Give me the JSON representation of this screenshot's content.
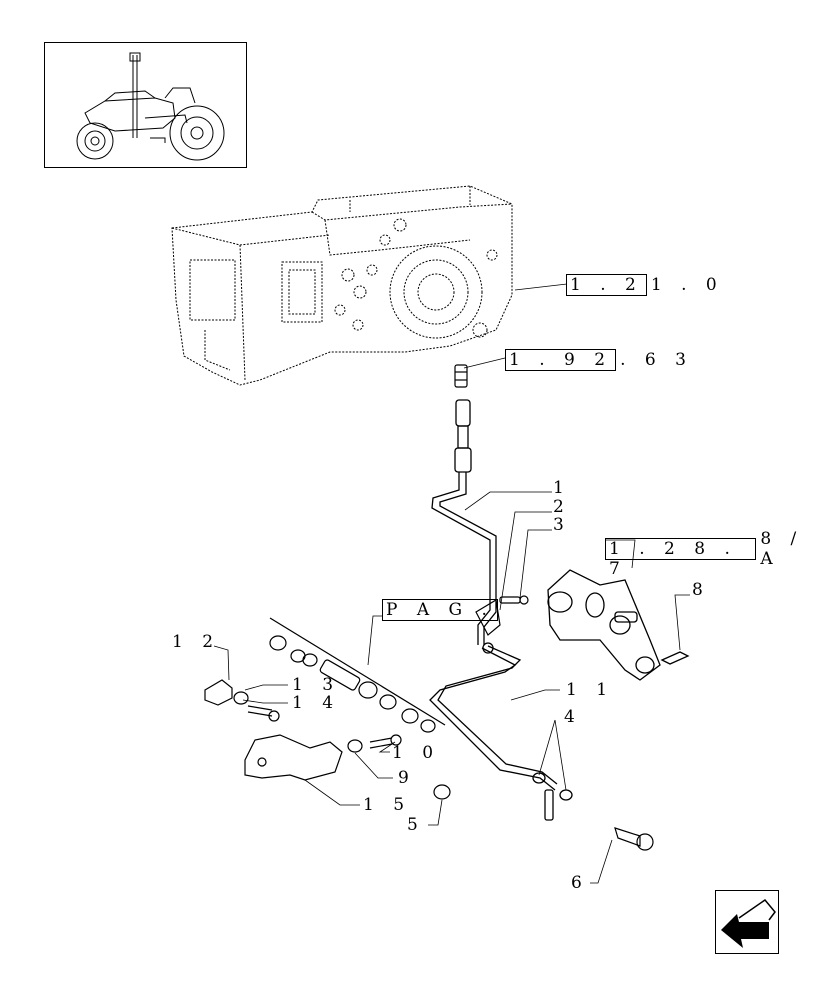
{
  "references": {
    "r1": {
      "boxed": "1 . 2",
      "tail": "1 . 0"
    },
    "r2": {
      "boxed": "1 . 9 2",
      "tail": ". 6 3"
    },
    "r3": {
      "boxed": "1 . 2 8 . 7",
      "tail": "8 / A"
    },
    "r4": {
      "boxed": "P A G .",
      "tail": ""
    }
  },
  "callouts": [
    "1",
    "2",
    "3",
    "4",
    "5",
    "6",
    "8",
    "9",
    "1 0",
    "1 1",
    "1 2",
    "1 3",
    "1 4",
    "1 5"
  ],
  "icons": {
    "thumbnail": "tractor-thumbnail-icon",
    "nav": "previous-page-arrow-icon"
  }
}
